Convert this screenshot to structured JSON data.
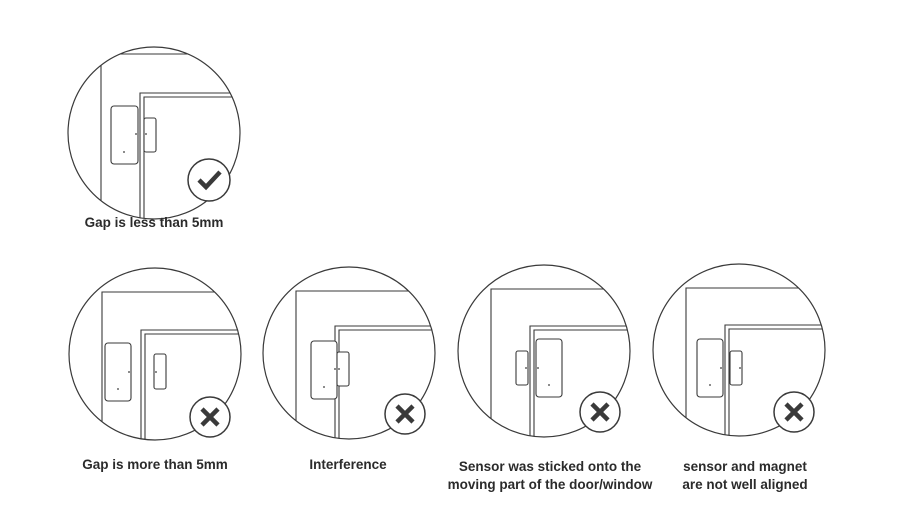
{
  "colors": {
    "line": "#3a3a3a",
    "badge": "#3a3a3a",
    "text": "#2b2b2b"
  },
  "panels": [
    {
      "id": "gap-less",
      "caption_lines": [
        "Gap is less than 5mm"
      ],
      "status_icon": "check-icon",
      "status": "correct"
    },
    {
      "id": "gap-more",
      "caption_lines": [
        "Gap is more than 5mm"
      ],
      "status_icon": "cross-icon",
      "status": "incorrect"
    },
    {
      "id": "interference",
      "caption_lines": [
        "Interference"
      ],
      "status_icon": "cross-icon",
      "status": "incorrect"
    },
    {
      "id": "moving-part",
      "caption_lines": [
        "Sensor was sticked onto the",
        "moving part of the door/window"
      ],
      "status_icon": "cross-icon",
      "status": "incorrect"
    },
    {
      "id": "misaligned",
      "caption_lines": [
        "sensor and magnet",
        "are not well aligned"
      ],
      "status_icon": "cross-icon",
      "status": "incorrect"
    }
  ]
}
